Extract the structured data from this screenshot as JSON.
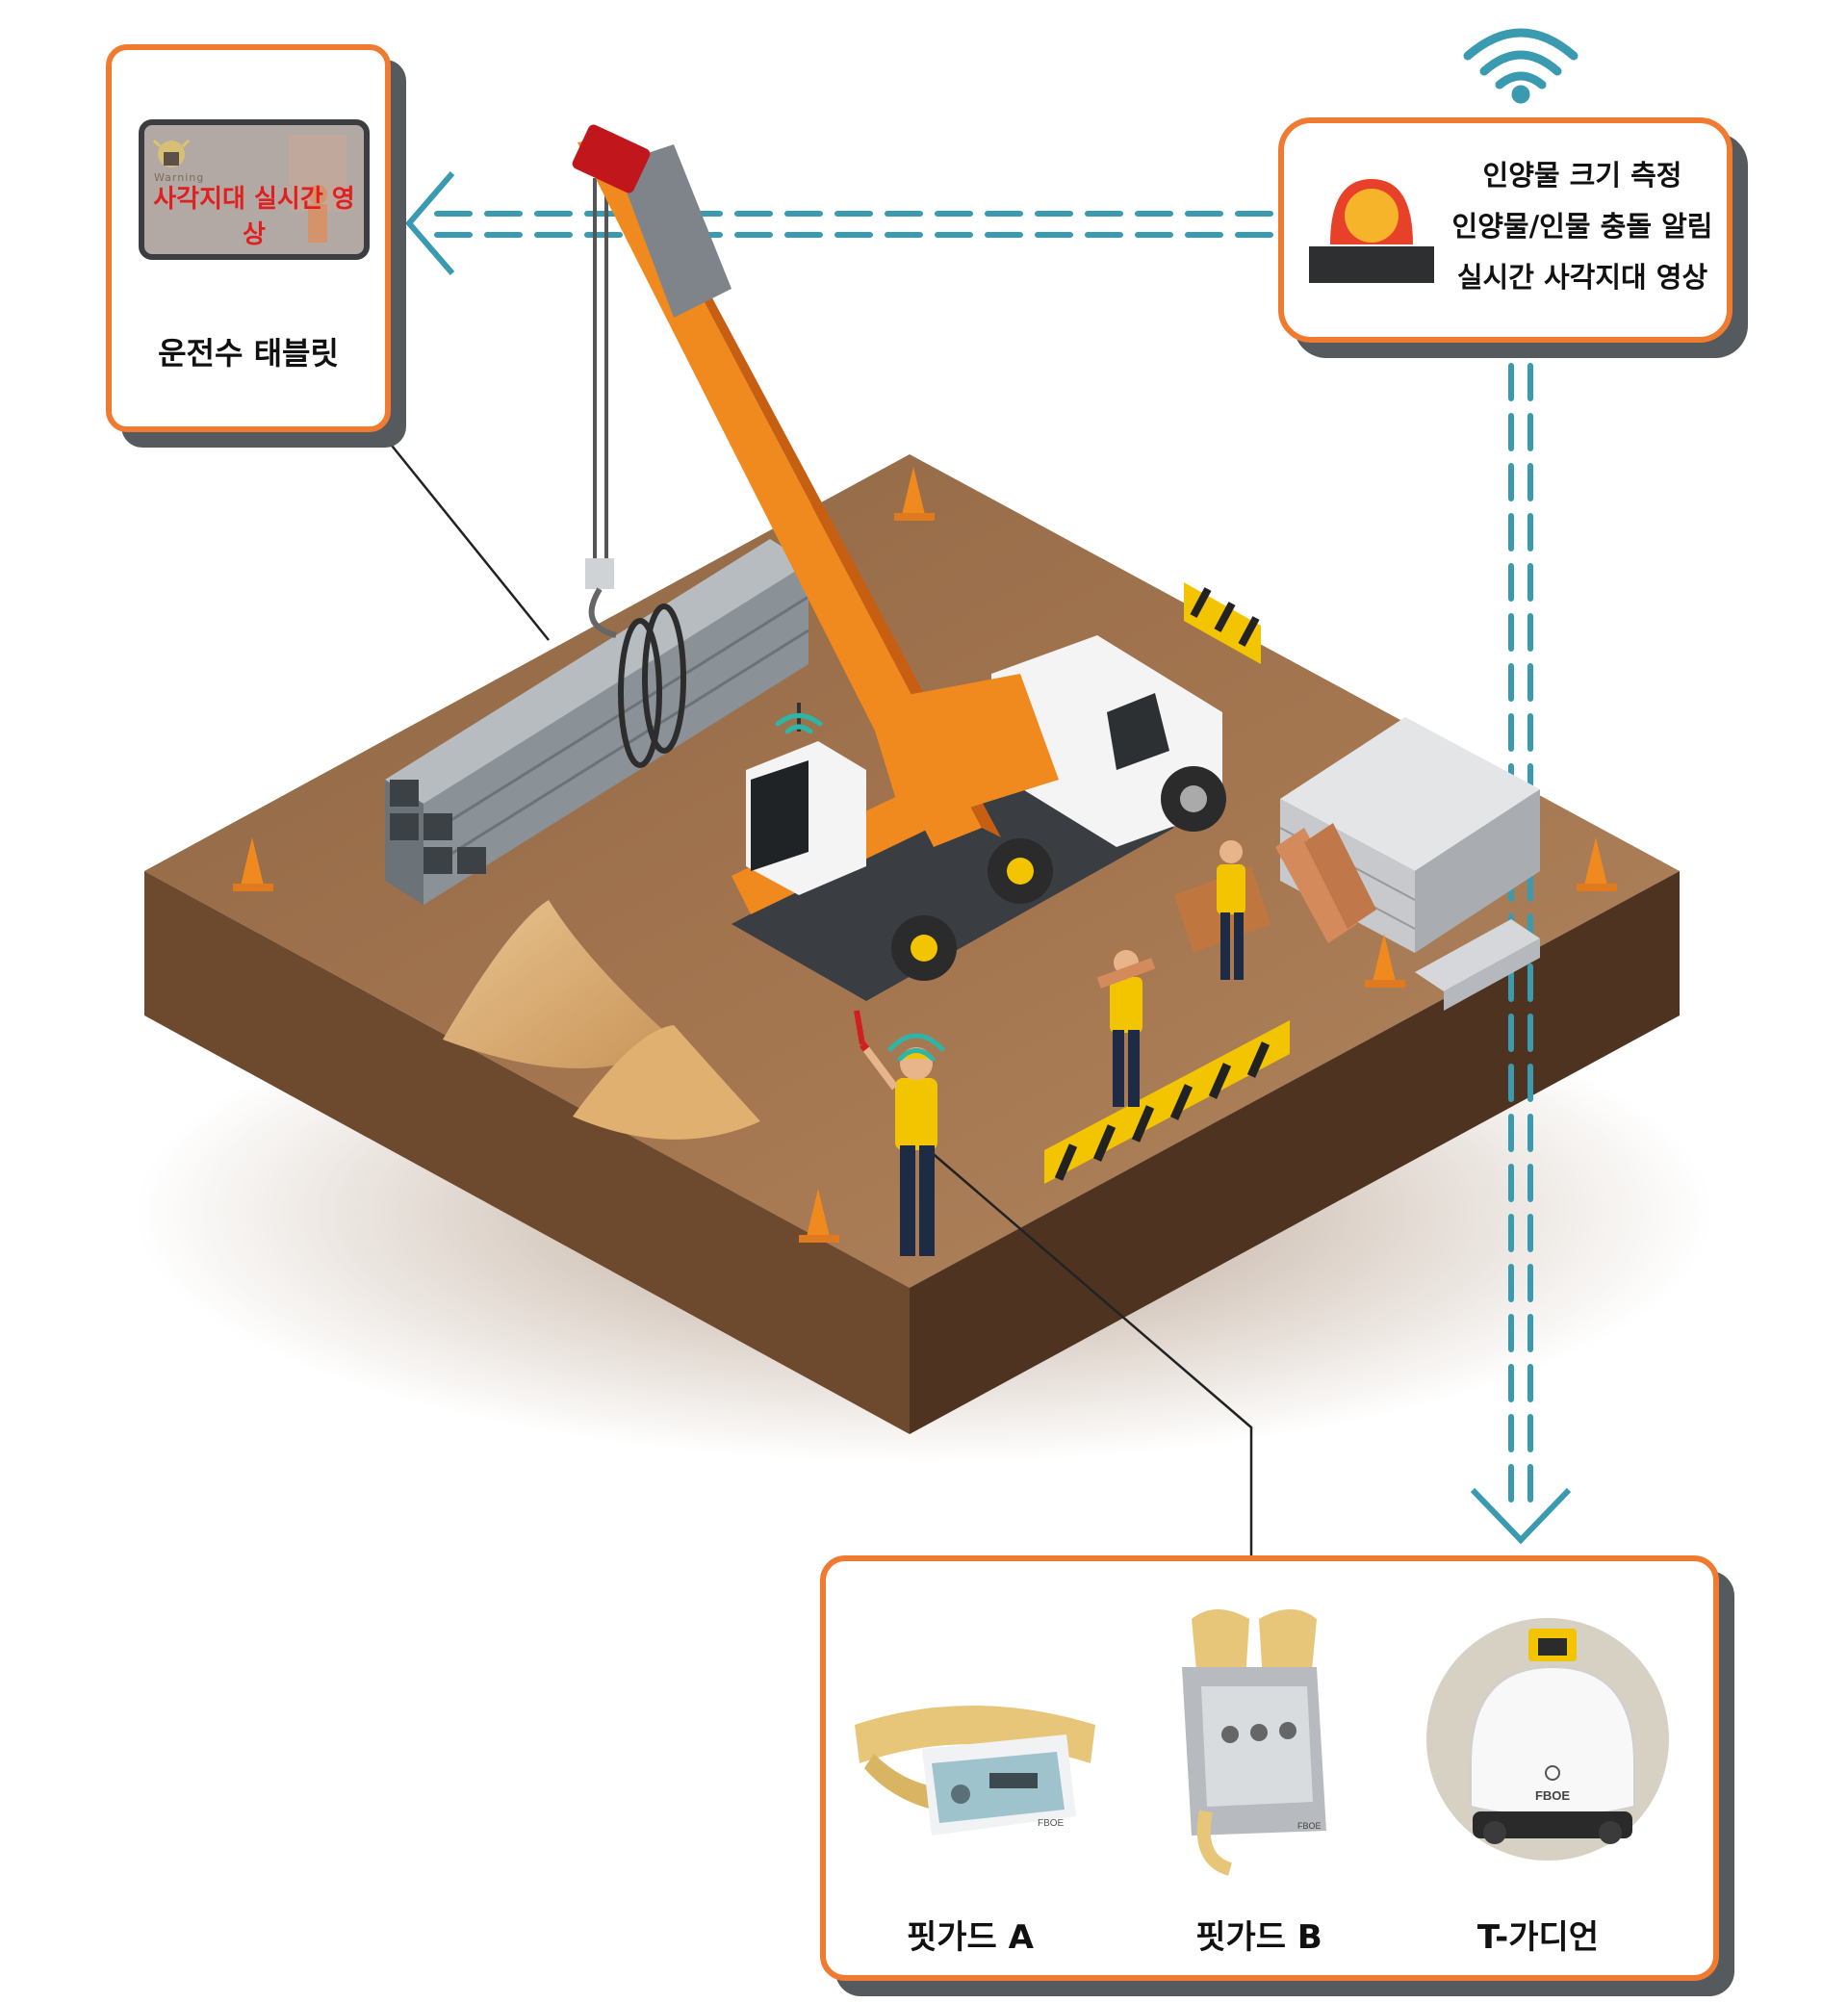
{
  "tablet": {
    "screen_text": "사각지대 실시간 영상",
    "screen_badge": "Warning",
    "label": "운전수 태블릿"
  },
  "alarm": {
    "lines": [
      "인양물 크기 측정",
      "인양물/인물 충돌 알림",
      "실시간 사각지대 영상"
    ]
  },
  "products": {
    "items": [
      {
        "label": "핏가드 A",
        "logo": "FBOE"
      },
      {
        "label": "핏가드 B",
        "logo": "FBOE"
      },
      {
        "label": "T-가디언",
        "logo": "FBOE"
      }
    ]
  },
  "icons": [
    "wifi-icon",
    "beacon-icon",
    "warning-icon"
  ],
  "colors": {
    "accent": "#f07a2f",
    "connector": "#3a9bb0",
    "shadow": "#555a5e",
    "ground_top": "#a87a52",
    "crane": "#f08a1e"
  }
}
